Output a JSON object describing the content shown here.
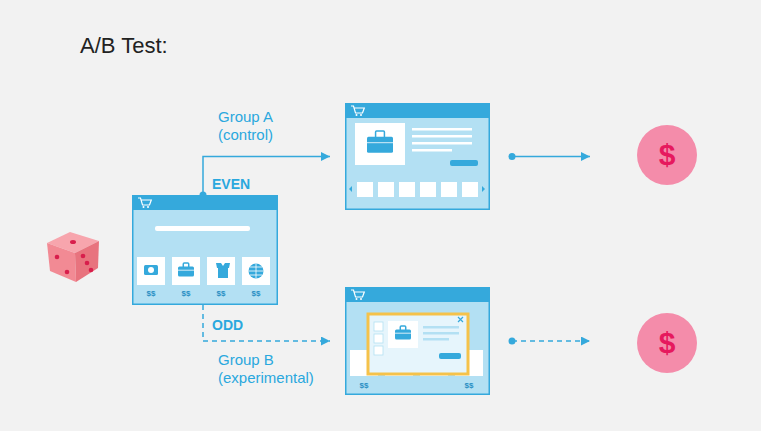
{
  "diagram": {
    "title": "A/B Test:",
    "nodes": [
      {
        "text": [
          "$$",
          "$$",
          "$$",
          "$$"
        ]
      },
      {
        "text": [
          "Group A (control)"
        ]
      },
      {
        "text": [
          "Group B (experimental)",
          "$$",
          "$$"
        ]
      },
      {
        "text": [
          "$"
        ]
      },
      {
        "text": [
          "$"
        ]
      }
    ],
    "edges": [
      {
        "from": 0,
        "to": 1,
        "arrow": "to",
        "label": "EVEN"
      },
      {
        "from": 0,
        "to": 2,
        "arrow": "to",
        "label": "ODD"
      },
      {
        "from": 1,
        "to": 3,
        "arrow": "to"
      },
      {
        "from": 2,
        "to": 4,
        "arrow": "to"
      }
    ]
  }
}
